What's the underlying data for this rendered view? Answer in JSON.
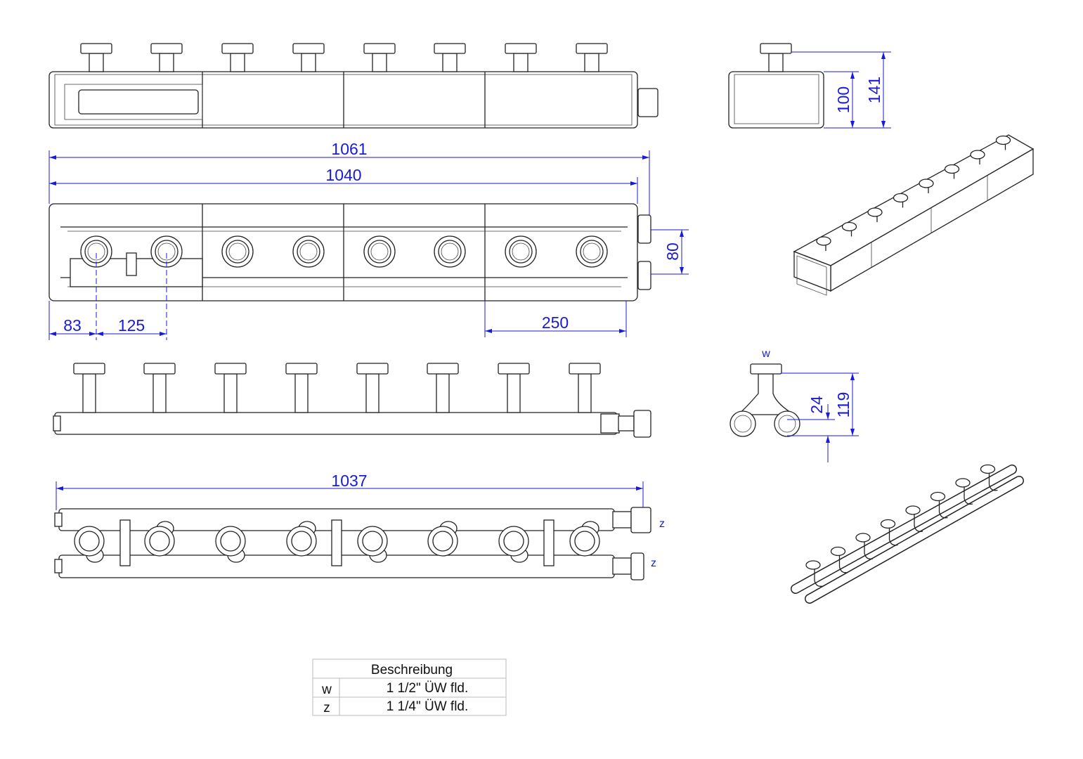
{
  "dimensions": {
    "overall_length_1061": "1061",
    "body_length_1040": "1040",
    "first_offset_83": "83",
    "spacing_125": "125",
    "spacing_250": "250",
    "connection_height_80": "80",
    "body_height_100": "100",
    "total_height_141": "141",
    "pipe_length_1037": "1037",
    "offset_24": "24",
    "height_119": "119"
  },
  "labels": {
    "w_label": "w",
    "z_label_top": "z",
    "z_label_bottom": "z"
  },
  "legend_table": {
    "header": "Beschreibung",
    "rows": [
      {
        "key": "w",
        "value": "1 1/2\" ÜW fld."
      },
      {
        "key": "z",
        "value": "1 1/4\" ÜW fld."
      }
    ]
  },
  "colors": {
    "dimension": "#1a1adb",
    "line": "#222222"
  }
}
